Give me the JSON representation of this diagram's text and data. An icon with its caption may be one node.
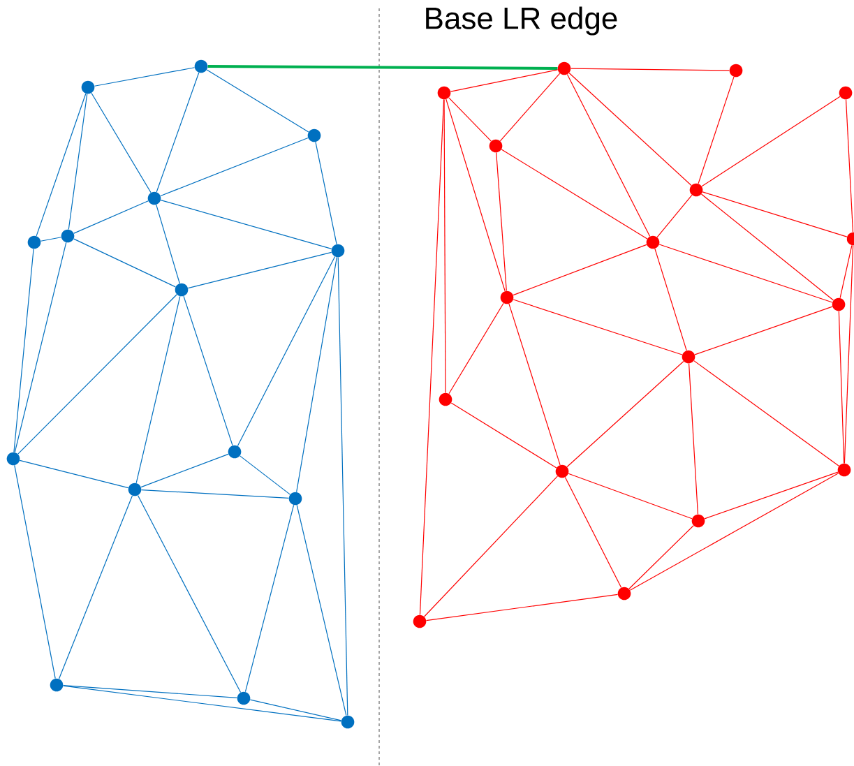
{
  "diagram": {
    "title": "Base LR edge",
    "nodes": [
      {
        "text": [],
        "shape": "circle"
      },
      {
        "text": [],
        "shape": "circle"
      },
      {
        "text": [],
        "shape": "circle"
      },
      {
        "text": [],
        "shape": "circle"
      },
      {
        "text": [],
        "shape": "circle"
      },
      {
        "text": [],
        "shape": "circle"
      },
      {
        "text": [],
        "shape": "circle"
      },
      {
        "text": [],
        "shape": "circle"
      },
      {
        "text": [],
        "shape": "circle"
      },
      {
        "text": [],
        "shape": "circle"
      },
      {
        "text": [],
        "shape": "circle"
      },
      {
        "text": [],
        "shape": "circle"
      },
      {
        "text": [],
        "shape": "circle"
      },
      {
        "text": [],
        "shape": "circle"
      },
      {
        "text": [],
        "shape": "circle"
      },
      {
        "text": [],
        "shape": "circle"
      },
      {
        "text": [],
        "shape": "circle"
      },
      {
        "text": [],
        "shape": "circle"
      },
      {
        "text": [],
        "shape": "circle"
      },
      {
        "text": [],
        "shape": "circle"
      },
      {
        "text": [],
        "shape": "circle"
      },
      {
        "text": [],
        "shape": "circle"
      },
      {
        "text": [],
        "shape": "circle"
      },
      {
        "text": [],
        "shape": "circle"
      },
      {
        "text": [],
        "shape": "circle"
      },
      {
        "text": [],
        "shape": "circle"
      },
      {
        "text": [],
        "shape": "circle"
      },
      {
        "text": [],
        "shape": "circle"
      },
      {
        "text": [],
        "shape": "circle"
      },
      {
        "text": [],
        "shape": "circle"
      },
      {
        "text": [],
        "shape": "circle"
      },
      {
        "text": [],
        "shape": "circle"
      }
    ],
    "edges": [
      {
        "from": 0,
        "to": 15,
        "arrow": "none",
        "style": "thick",
        "color": "#00b050"
      },
      {
        "from": 0,
        "to": 1,
        "arrow": "none",
        "color": "#0070c0"
      },
      {
        "from": 0,
        "to": 2,
        "arrow": "none",
        "color": "#0070c0"
      },
      {
        "from": 0,
        "to": 3,
        "arrow": "none",
        "color": "#0070c0"
      },
      {
        "from": 1,
        "to": 3,
        "arrow": "none",
        "color": "#0070c0"
      },
      {
        "from": 1,
        "to": 4,
        "arrow": "none",
        "color": "#0070c0"
      },
      {
        "from": 1,
        "to": 5,
        "arrow": "none",
        "color": "#0070c0"
      },
      {
        "from": 2,
        "to": 3,
        "arrow": "none",
        "color": "#0070c0"
      },
      {
        "from": 2,
        "to": 6,
        "arrow": "none",
        "color": "#0070c0"
      },
      {
        "from": 3,
        "to": 5,
        "arrow": "none",
        "color": "#0070c0"
      },
      {
        "from": 3,
        "to": 6,
        "arrow": "none",
        "color": "#0070c0"
      },
      {
        "from": 3,
        "to": 7,
        "arrow": "none",
        "color": "#0070c0"
      },
      {
        "from": 4,
        "to": 5,
        "arrow": "none",
        "color": "#0070c0"
      },
      {
        "from": 5,
        "to": 7,
        "arrow": "none",
        "color": "#0070c0"
      },
      {
        "from": 4,
        "to": 8,
        "arrow": "none",
        "color": "#0070c0"
      },
      {
        "from": 5,
        "to": 8,
        "arrow": "none",
        "color": "#0070c0"
      },
      {
        "from": 7,
        "to": 6,
        "arrow": "none",
        "color": "#0070c0"
      },
      {
        "from": 7,
        "to": 8,
        "arrow": "none",
        "color": "#0070c0"
      },
      {
        "from": 7,
        "to": 9,
        "arrow": "none",
        "color": "#0070c0"
      },
      {
        "from": 7,
        "to": 10,
        "arrow": "none",
        "color": "#0070c0"
      },
      {
        "from": 6,
        "to": 9,
        "arrow": "none",
        "color": "#0070c0"
      },
      {
        "from": 6,
        "to": 11,
        "arrow": "none",
        "color": "#0070c0"
      },
      {
        "from": 6,
        "to": 14,
        "arrow": "none",
        "color": "#0070c0"
      },
      {
        "from": 8,
        "to": 10,
        "arrow": "none",
        "color": "#0070c0"
      },
      {
        "from": 8,
        "to": 12,
        "arrow": "none",
        "color": "#0070c0"
      },
      {
        "from": 9,
        "to": 10,
        "arrow": "none",
        "color": "#0070c0"
      },
      {
        "from": 9,
        "to": 11,
        "arrow": "none",
        "color": "#0070c0"
      },
      {
        "from": 10,
        "to": 11,
        "arrow": "none",
        "color": "#0070c0"
      },
      {
        "from": 10,
        "to": 12,
        "arrow": "none",
        "color": "#0070c0"
      },
      {
        "from": 10,
        "to": 13,
        "arrow": "none",
        "color": "#0070c0"
      },
      {
        "from": 11,
        "to": 13,
        "arrow": "none",
        "color": "#0070c0"
      },
      {
        "from": 11,
        "to": 14,
        "arrow": "none",
        "color": "#0070c0"
      },
      {
        "from": 12,
        "to": 13,
        "arrow": "none",
        "color": "#0070c0"
      },
      {
        "from": 12,
        "to": 14,
        "arrow": "none",
        "color": "#0070c0"
      },
      {
        "from": 13,
        "to": 14,
        "arrow": "none",
        "color": "#0070c0"
      },
      {
        "from": 15,
        "to": 16,
        "arrow": "none"
      },
      {
        "from": 15,
        "to": 17,
        "arrow": "none"
      },
      {
        "from": 15,
        "to": 19,
        "arrow": "none"
      },
      {
        "from": 15,
        "to": 22,
        "arrow": "none"
      },
      {
        "from": 15,
        "to": 20,
        "arrow": "none"
      },
      {
        "from": 16,
        "to": 20,
        "arrow": "none"
      },
      {
        "from": 18,
        "to": 20,
        "arrow": "none"
      },
      {
        "from": 17,
        "to": 19,
        "arrow": "none"
      },
      {
        "from": 17,
        "to": 23,
        "arrow": "none"
      },
      {
        "from": 17,
        "to": 26,
        "arrow": "none"
      },
      {
        "from": 17,
        "to": 31,
        "arrow": "none"
      },
      {
        "from": 19,
        "to": 23,
        "arrow": "none"
      },
      {
        "from": 19,
        "to": 22,
        "arrow": "none"
      },
      {
        "from": 20,
        "to": 22,
        "arrow": "none"
      },
      {
        "from": 20,
        "to": 21,
        "arrow": "none"
      },
      {
        "from": 20,
        "to": 24,
        "arrow": "none"
      },
      {
        "from": 18,
        "to": 21,
        "arrow": "none"
      },
      {
        "from": 22,
        "to": 23,
        "arrow": "none"
      },
      {
        "from": 22,
        "to": 24,
        "arrow": "none"
      },
      {
        "from": 22,
        "to": 25,
        "arrow": "none"
      },
      {
        "from": 21,
        "to": 24,
        "arrow": "none"
      },
      {
        "from": 21,
        "to": 27,
        "arrow": "none"
      },
      {
        "from": 23,
        "to": 26,
        "arrow": "none"
      },
      {
        "from": 23,
        "to": 25,
        "arrow": "none"
      },
      {
        "from": 23,
        "to": 28,
        "arrow": "none"
      },
      {
        "from": 24,
        "to": 25,
        "arrow": "none"
      },
      {
        "from": 24,
        "to": 27,
        "arrow": "none"
      },
      {
        "from": 25,
        "to": 28,
        "arrow": "none"
      },
      {
        "from": 25,
        "to": 27,
        "arrow": "none"
      },
      {
        "from": 25,
        "to": 29,
        "arrow": "none"
      },
      {
        "from": 26,
        "to": 28,
        "arrow": "none"
      },
      {
        "from": 28,
        "to": 29,
        "arrow": "none"
      },
      {
        "from": 28,
        "to": 31,
        "arrow": "none"
      },
      {
        "from": 28,
        "to": 30,
        "arrow": "none"
      },
      {
        "from": 29,
        "to": 27,
        "arrow": "none"
      },
      {
        "from": 29,
        "to": 30,
        "arrow": "none"
      },
      {
        "from": 30,
        "to": 27,
        "arrow": "none"
      },
      {
        "from": 30,
        "to": 31,
        "arrow": "none"
      }
    ]
  }
}
